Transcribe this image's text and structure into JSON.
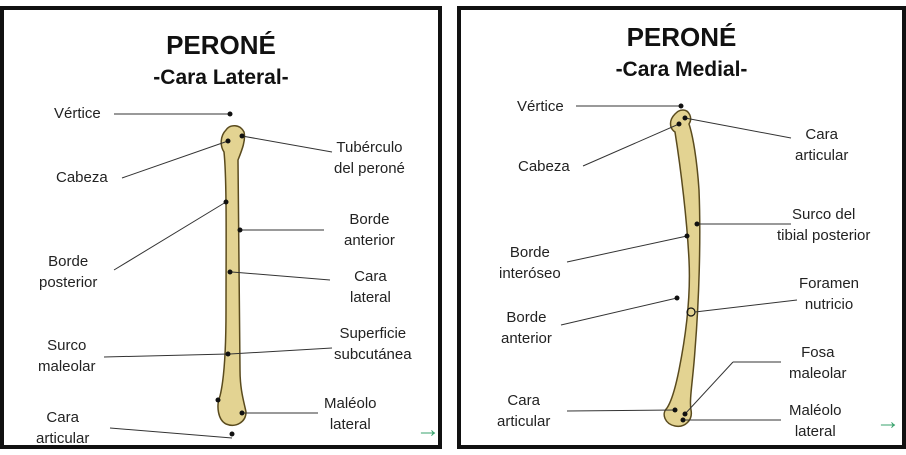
{
  "left": {
    "title": "PERONÉ",
    "subtitle": "-Cara Lateral-",
    "labels": {
      "vertice": "Vértice",
      "cabeza": "Cabeza",
      "borde_posterior": [
        "Borde",
        "posterior"
      ],
      "surco_maleolar": [
        "Surco",
        "maleolar"
      ],
      "cara_articular": [
        "Cara",
        "articular"
      ],
      "tuberculo": [
        "Tubérculo",
        "del peroné"
      ],
      "borde_anterior": [
        "Borde",
        "anterior"
      ],
      "cara_lateral": [
        "Cara",
        "lateral"
      ],
      "superficie": [
        "Superficie",
        "subcutánea"
      ],
      "maleolo_lateral": [
        "Maléolo",
        "lateral"
      ]
    }
  },
  "right": {
    "title": "PERONÉ",
    "subtitle": "-Cara Medial-",
    "labels": {
      "vertice": "Vértice",
      "cabeza": "Cabeza",
      "borde_interoseo": [
        "Borde",
        "interóseo"
      ],
      "borde_anterior": [
        "Borde",
        "anterior"
      ],
      "cara_articular_inf": [
        "Cara",
        "articular"
      ],
      "cara_articular_sup": [
        "Cara",
        "articular"
      ],
      "surco_tibial": [
        "Surco del",
        "tibial posterior"
      ],
      "foramen": [
        "Foramen",
        "nutricio"
      ],
      "fosa": [
        "Fosa",
        "maleolar"
      ],
      "maleolo_lateral": [
        "Maléolo",
        "lateral"
      ]
    }
  },
  "colors": {
    "bone": "#e3d392",
    "bone_outline": "#5a4b1e",
    "arrow": "#3aa36e"
  },
  "icons": {
    "next_arrow": "→"
  }
}
